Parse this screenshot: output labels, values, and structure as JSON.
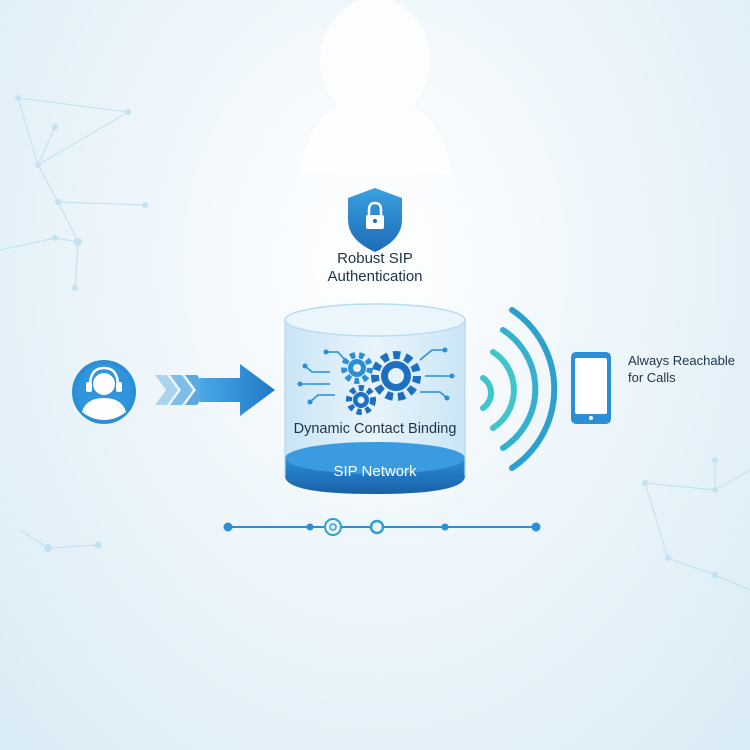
{
  "labels": {
    "authentication": "Robust SIP Authentication",
    "binding": "Dynamic Contact Binding",
    "network": "SIP Network",
    "reachable": "Always Reachable for Calls"
  },
  "icons": {
    "shield": "shield-lock-icon",
    "agent": "headset-agent-icon",
    "phone": "smartphone-icon",
    "gears": "gears-icon",
    "signal": "wireless-signal-icon"
  },
  "colors": {
    "primary_blue": "#2a8fd6",
    "deep_blue": "#1c6cb7",
    "teal": "#3fc6cc",
    "cylinder_glass": "#d7ecf8",
    "text": "#1f3347"
  }
}
